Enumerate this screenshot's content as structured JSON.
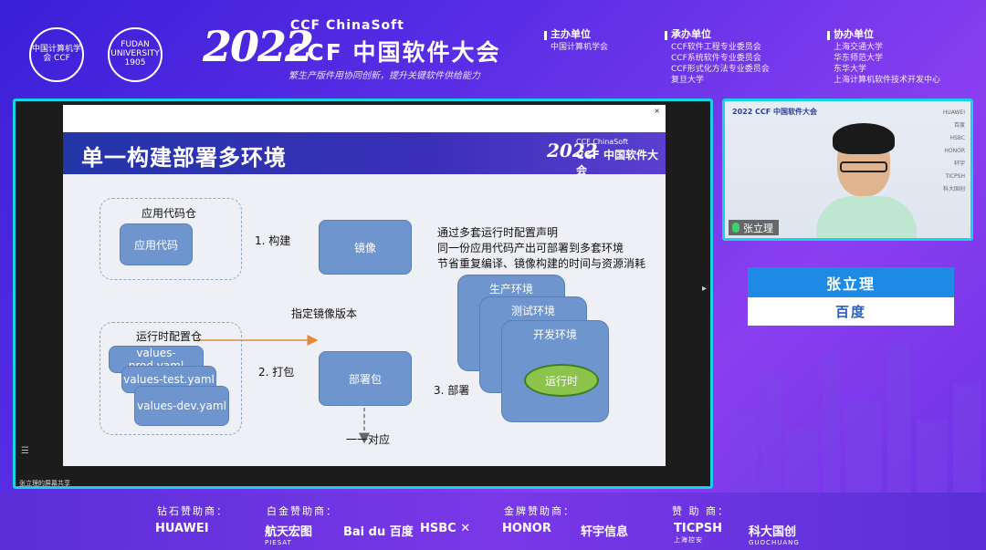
{
  "header": {
    "logo1_text": "中国计算机学会 CCF",
    "logo2_text": "FUDAN UNIVERSITY 1905",
    "year": "2022",
    "conf_sub": "CCF ChinaSoft",
    "conf_title": "CCF 中国软件大会",
    "slogan": "繁生产版件用协同创新，提升关键软件供给能力",
    "organizers": [
      {
        "head": "主办单位",
        "items": [
          "中国计算机学会"
        ]
      },
      {
        "head": "承办单位",
        "items": [
          "CCF软件工程专业委员会",
          "CCF系统软件专业委员会",
          "CCF形式化方法专业委员会",
          "复旦大学"
        ]
      },
      {
        "head": "协办单位",
        "items": [
          "上海交通大学",
          "华东师范大学",
          "东华大学",
          "上海计算机软件技术开发中心"
        ]
      }
    ]
  },
  "slide": {
    "title": "单一构建部署多环境",
    "logo_year": "2022",
    "logo_sub": "CCF ChinaSoft",
    "logo_title": "CCF 中国软件大会",
    "close": "×",
    "code_repo_label": "应用代码仓",
    "code_box": "应用代码",
    "build_label": "1. 构建",
    "image_box": "镜像",
    "image_version_label": "指定镜像版本",
    "config_repo_label": "运行时配置仓",
    "values": [
      "values-prod.yaml",
      "values-test.yaml",
      "values-dev.yaml"
    ],
    "package_label": "2. 打包",
    "deploy_package_box": "部署包",
    "deploy_label": "3. 部署",
    "envs": [
      "生产环境",
      "测试环境",
      "开发环境"
    ],
    "runtime": "运行时",
    "mapping_label": "一一对应",
    "description": [
      "通过多套运行时配置声明",
      "同一份应用代码产出可部署到多套环境",
      "节省重复编译、镜像构建的时间与资源消耗"
    ]
  },
  "screen": {
    "share_label": "张立理的屏幕共享",
    "side_icon": "☰",
    "right_handle": "▸"
  },
  "video": {
    "backdrop_text": "2022 CCF 中国软件大会",
    "speaker_name": "张立理",
    "sponsor_marks": [
      "HUAWEI",
      "百度",
      "HSBC",
      "HONOR",
      "轩宇",
      "TICPSH",
      "科大国创"
    ]
  },
  "name_card": {
    "name": "张立理",
    "company": "百度"
  },
  "footer": {
    "categories": [
      "钻石赞助商：",
      "白金赞助商：",
      "金牌赞助商：",
      "赞  助  商："
    ],
    "sponsors": [
      {
        "name": "HUAWEI",
        "sub": ""
      },
      {
        "name": "航天宏图",
        "sub": "PIESAT"
      },
      {
        "name": "Bai du 百度",
        "sub": ""
      },
      {
        "name": "HSBC ✕",
        "sub": ""
      },
      {
        "name": "HONOR",
        "sub": ""
      },
      {
        "name": "轩宇信息",
        "sub": ""
      },
      {
        "name": "TICPSH",
        "sub": "上海控安"
      },
      {
        "name": "科大国创",
        "sub": "GUOCHUANG"
      }
    ]
  },
  "colors": {
    "accent_border": "#18d2e6",
    "slide_box": "#6f95cf",
    "runtime_fill": "#8cc34a",
    "arrow": "#e58a3a",
    "name_card_top": "#1d8ae6"
  }
}
